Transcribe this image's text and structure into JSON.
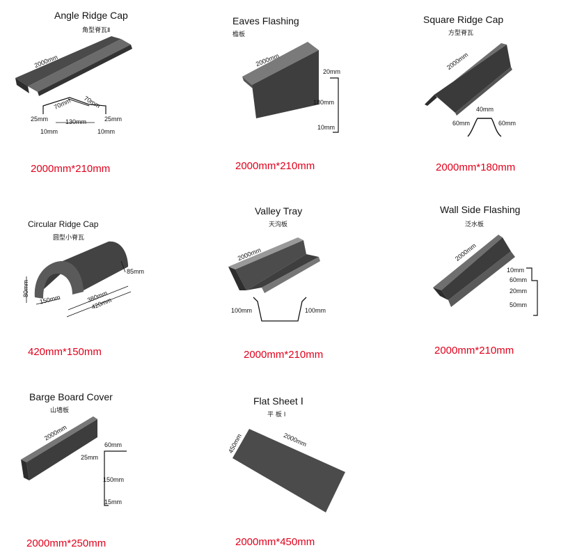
{
  "products": [
    {
      "title": "Angle Ridge Cap",
      "subtitle": "角型脊瓦Ⅱ",
      "size": "2000mm*210mm",
      "dims": {
        "length": "2000mm",
        "side_a": "70mm",
        "side_b": "70mm",
        "base": "130mm",
        "leg_l": "25mm",
        "leg_r": "25mm",
        "lip_l": "10mm",
        "lip_r": "10mm"
      }
    },
    {
      "title": "Eaves Flashing",
      "subtitle": "檐板",
      "size": "2000mm*210mm",
      "dims": {
        "length": "2000mm",
        "top": "20mm",
        "mid": "180mm",
        "bottom": "10mm"
      }
    },
    {
      "title": "Square Ridge Cap",
      "subtitle": "方型脊瓦",
      "size": "2000mm*180mm",
      "dims": {
        "length": "2000mm",
        "top": "40mm",
        "left": "60mm",
        "right": "60mm"
      }
    },
    {
      "title": "Circular Ridge Cap",
      "subtitle": "圆型小脊瓦",
      "size": "420mm*150mm",
      "dims": {
        "height": "85mm",
        "end_h": "80mm",
        "width": "150mm",
        "inner": "380mm",
        "outer": "420mm"
      }
    },
    {
      "title": "Valley Tray",
      "subtitle": "天沟板",
      "size": "2000mm*210mm",
      "dims": {
        "length": "2000mm",
        "left": "100mm",
        "right": "100mm"
      }
    },
    {
      "title": "Wall Side Flashing",
      "subtitle": "泛水板",
      "size": "2000mm*210mm",
      "dims": {
        "length": "2000mm",
        "d1": "10mm",
        "d2": "60mm",
        "d3": "20mm",
        "d4": "50mm"
      }
    },
    {
      "title": "Barge Board Cover",
      "subtitle": "山墙板",
      "size": "2000mm*250mm",
      "dims": {
        "length": "2000mm",
        "top": "60mm",
        "side": "25mm",
        "mid": "150mm",
        "bottom": "15mm"
      }
    },
    {
      "title": "Flat Sheet Ⅰ",
      "subtitle": "平 板 Ⅰ",
      "size": "2000mm*450mm",
      "dims": {
        "width": "450mm",
        "length": "2000mm"
      }
    }
  ],
  "colors": {
    "metal_dark": "#3c3c3c",
    "metal_mid": "#5a5a5a",
    "metal_light": "#8a8a8a",
    "size_red": "#e0001b"
  }
}
